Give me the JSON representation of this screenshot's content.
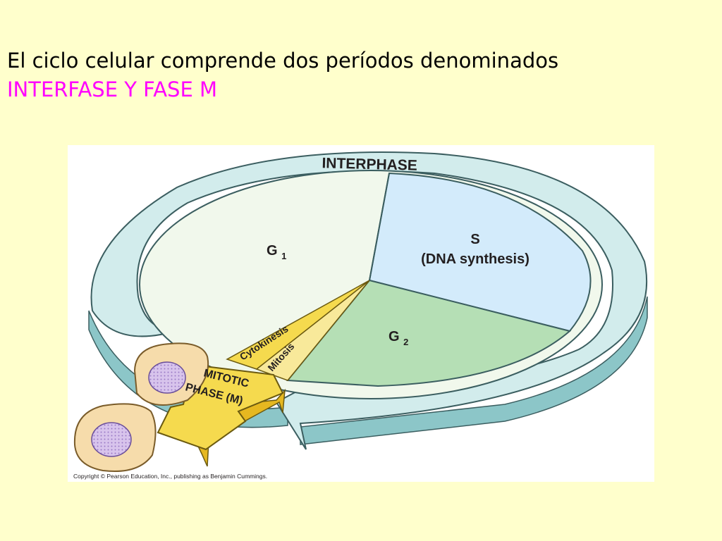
{
  "slide": {
    "title_line1": "El ciclo celular comprende dos períodos denominados",
    "title_line2": "INTERFASE Y FASE M"
  },
  "diagram": {
    "interphase_label": "INTERPHASE",
    "g1_label": "G",
    "g1_sub": "1",
    "s_label": "S",
    "s_desc": "(DNA synthesis)",
    "g2_label": "G",
    "g2_sub": "2",
    "cytokinesis_label": "Cytokinesis",
    "mitosis_label": "Mitosis",
    "mitotic_line1": "MITOTIC",
    "mitotic_line2": "PHASE (M)",
    "copyright": "Copyright © Pearson Education, Inc., publishing as Benjamin Cummings.",
    "colors": {
      "slide_background": "#ffffcc",
      "title_accent": "#ff00ff",
      "ring": "#d2ecec",
      "ring_side": "#8cc6c8",
      "g1": "#f1f8ec",
      "s": "#d3ebfb",
      "g2": "#b5dfb5",
      "m_phase": "#f5da4e",
      "cell": "#f6dcab",
      "nucleus": "#d8c4ec"
    }
  }
}
